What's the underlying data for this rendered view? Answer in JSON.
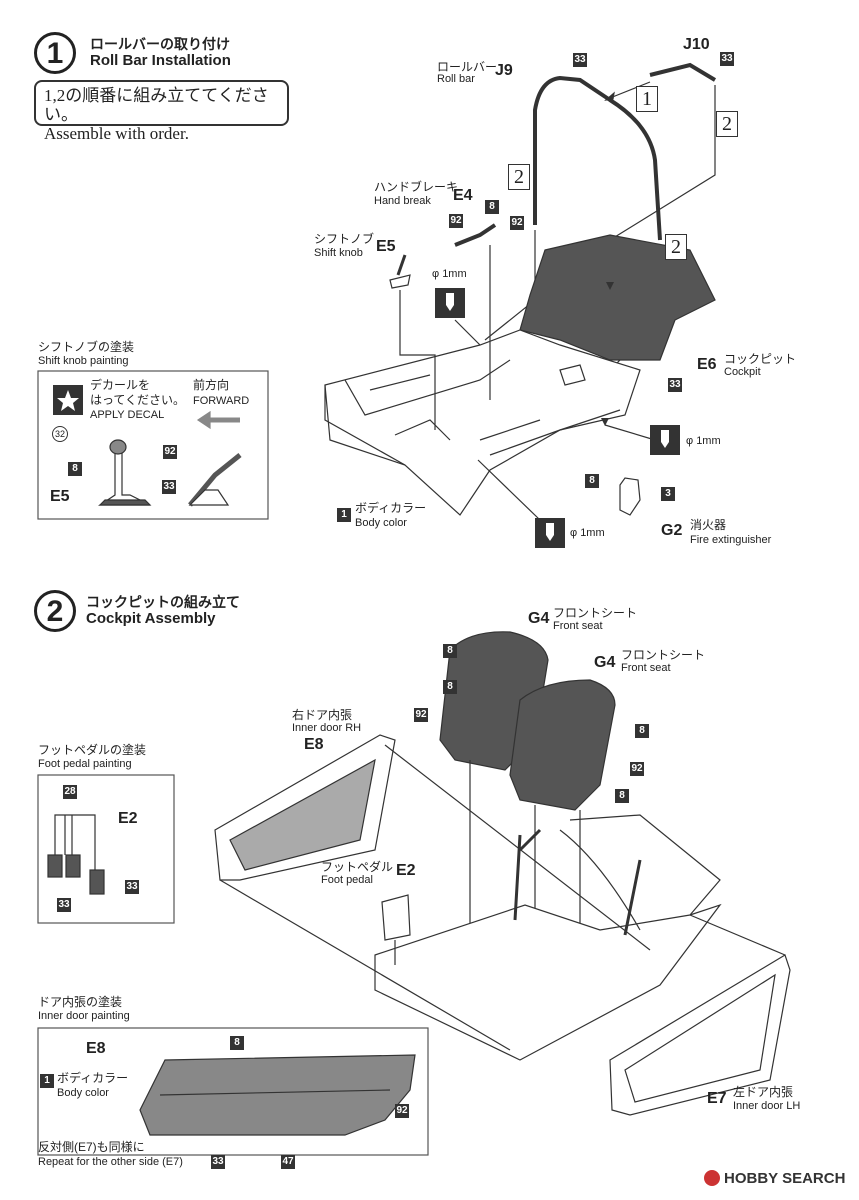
{
  "step1": {
    "number": "1",
    "title_jp": "ロールバーの取り付け",
    "title_en": "Roll Bar Installation",
    "note_jp": "1,2の順番に組み立ててください。",
    "note_en": "Assemble with order.",
    "parts": {
      "rollbar_jp": "ロールバー",
      "rollbar_en": "Roll bar",
      "j9": "J9",
      "j10": "J10",
      "handbrake_jp": "ハンドブレーキ",
      "handbrake_en": "Hand break",
      "e4": "E4",
      "shiftknob_jp": "シフトノブ",
      "shiftknob_en": "Shift knob",
      "e5": "E5",
      "cockpit_jp": "コックピット",
      "cockpit_en": "Cockpit",
      "e6": "E6",
      "bodycolor_jp": "ボディカラー",
      "bodycolor_en": "Body color",
      "fire_jp": "消火器",
      "fire_en": "Fire extinguisher",
      "g2": "G2"
    },
    "order_1": "1",
    "order_2": "2",
    "drill": "φ 1mm",
    "color_codes": {
      "c33": "33",
      "c92": "92",
      "c8": "8",
      "c3": "3",
      "c1": "1",
      "c32": "32"
    },
    "shift_panel": {
      "title": "シフトノブの塗装",
      "title_en": "Shift knob painting",
      "decal_jp_1": "デカールを",
      "decal_jp_2": "はってください。",
      "decal_en": "APPLY DECAL",
      "forward_jp": "前方向",
      "forward_en": "FORWARD",
      "e5": "E5"
    }
  },
  "step2": {
    "number": "2",
    "title_jp": "コックピットの組み立て",
    "title_en": "Cockpit Assembly",
    "parts": {
      "frontseat_jp": "フロントシート",
      "frontseat_en": "Front seat",
      "g4": "G4",
      "innerdoor_rh_jp": "右ドア内張",
      "innerdoor_rh_en": "Inner door RH",
      "e8": "E8",
      "footpedal_jp": "フットペダル",
      "footpedal_en": "Foot pedal",
      "e2": "E2",
      "innerdoor_lh_jp": "左ドア内張",
      "innerdoor_lh_en": "Inner door LH",
      "e7": "E7"
    },
    "pedal_panel": {
      "title": "フットペダルの塗装",
      "title_en": "Foot pedal painting",
      "e2": "E2",
      "c28": "28",
      "c33": "33"
    },
    "door_panel": {
      "title": "ドア内張の塗装",
      "title_en": "Inner door painting",
      "e8": "E8",
      "bodycolor_jp": "ボディカラー",
      "bodycolor_en": "Body color",
      "c1": "1",
      "c8": "8",
      "c92": "92",
      "c33": "33",
      "c47": "47",
      "repeat_jp": "反対側(E7)も同様に",
      "repeat_en": "Repeat for the other side (E7)"
    }
  },
  "watermark": "HOBBY SEARCH"
}
